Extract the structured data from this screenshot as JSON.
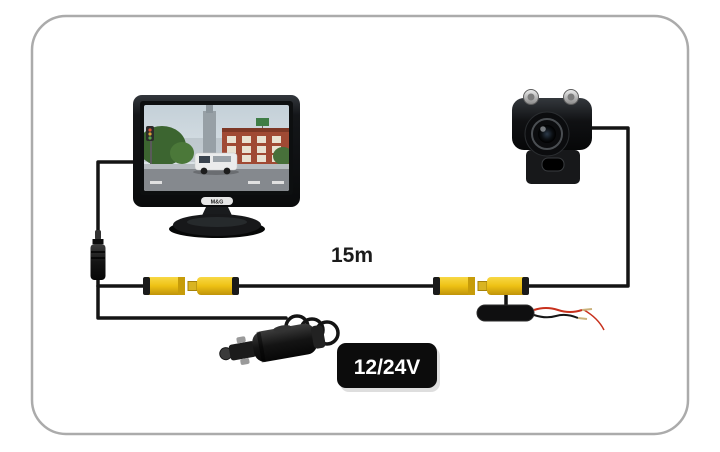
{
  "labels": {
    "cable_length": "15m",
    "voltage": "12/24V"
  },
  "monitor": {
    "brand": "M&G"
  },
  "colors": {
    "frame_border": "#ababab",
    "rca_connector_yellow": "#eec114",
    "wire_black": "#141414",
    "wire_red": "#c8311d",
    "voltage_label_bg": "#0c0c0c",
    "voltage_label_text": "#ffffff"
  },
  "components": {
    "monitor": "car-lcd-monitor-on-suction-mount",
    "camera": "rearview-camera-with-bracket",
    "connectors": "yellow-rca-connector-pairs",
    "power_plug": "cigarette-lighter-plug",
    "dc_plug": "dc-power-connector",
    "converter": "power-filter-box"
  }
}
